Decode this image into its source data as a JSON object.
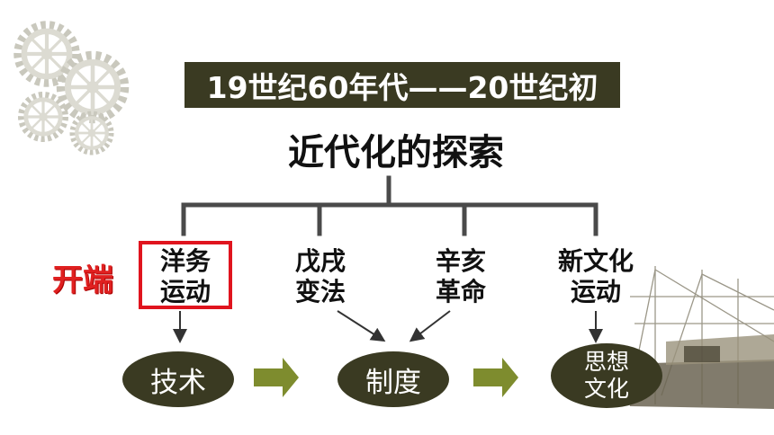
{
  "header": {
    "period": "19世纪60年代——20世纪初"
  },
  "main_title": "近代化的探索",
  "start_label": "开端",
  "branches": [
    {
      "line1": "洋务",
      "line2": "运动"
    },
    {
      "line1": "戊戌",
      "line2": "变法"
    },
    {
      "line1": "辛亥",
      "line2": "革命"
    },
    {
      "line1": "新文化",
      "line2": "运动"
    }
  ],
  "levels": [
    {
      "label": "技术"
    },
    {
      "label": "制度"
    },
    {
      "line1": "思想",
      "line2": "文化"
    }
  ],
  "colors": {
    "dark": "#3a3a22",
    "red": "#e0141e",
    "tree": "#4a4a4a",
    "arrow": "#6e7a2a"
  },
  "icons": [
    "gears-icon",
    "ship-icon"
  ]
}
